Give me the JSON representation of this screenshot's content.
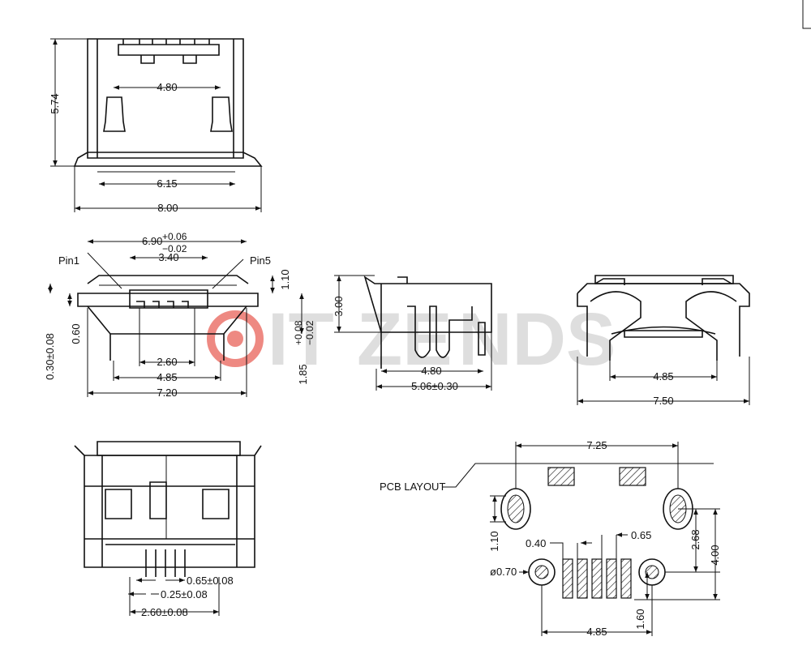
{
  "watermark": {
    "prefix": "IT",
    "mid": "ZE",
    "suffix": "NDS",
    "accent_color": "#e23b2e",
    "text_color": "#d0d0d0"
  },
  "top_view": {
    "height": "5.74",
    "pin_spacing": "4.80",
    "inner_width": "6.15",
    "overall_width": "8.00"
  },
  "front_view": {
    "width_tol": "6.90",
    "tol_plus": "+0.06",
    "tol_minus": "−0.02",
    "inner_width": "3.40",
    "pin1": "Pin1",
    "pin5": "Pin5",
    "offset": "1.10",
    "flange": "0.30±0.08",
    "side": "0.60",
    "inner_pins": "2.60",
    "pin_span": "4.85",
    "overall_width": "7.20",
    "height_main": "1.85",
    "height_plus": "+0.08",
    "height_minus": "−0.02"
  },
  "side_view": {
    "height": "3.00",
    "depth": "4.80",
    "overall_depth": "5.06±0.30"
  },
  "rear_view": {
    "pin_span": "4.85",
    "overall_width": "7.50"
  },
  "bottom_view": {
    "pitch": "0.65±0.08",
    "pin_width": "0.25±0.08",
    "pin_span": "2.60±0.08"
  },
  "pcb_layout": {
    "label": "PCB LAYOUT",
    "pad_span": "7.25",
    "slot_height": "1.10",
    "pad_width": "0.40",
    "pitch": "0.65",
    "offset_y": "2.68",
    "total_y": "4.00",
    "hole_dia": "ø0.70",
    "hole_y": "1.60",
    "hole_span": "4.85"
  }
}
